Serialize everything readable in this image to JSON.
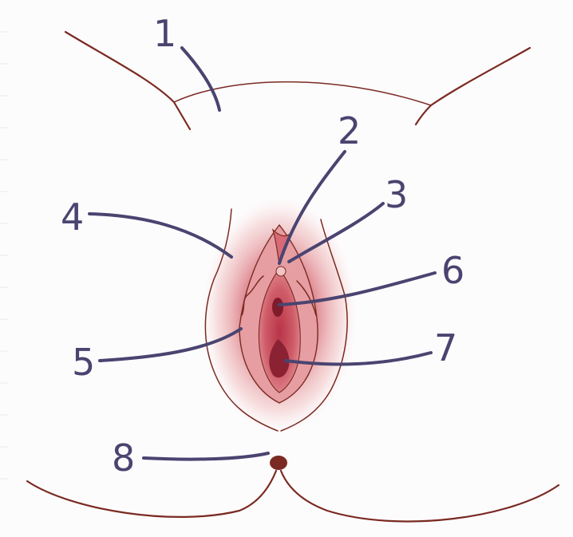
{
  "labels": [
    {
      "key": "1",
      "text": "1"
    },
    {
      "key": "2",
      "text": "2"
    },
    {
      "key": "3",
      "text": "3"
    },
    {
      "key": "4",
      "text": "4"
    },
    {
      "key": "5",
      "text": "5"
    },
    {
      "key": "6",
      "text": "6"
    },
    {
      "key": "7",
      "text": "7"
    },
    {
      "key": "8",
      "text": "8"
    }
  ],
  "colors": {
    "label": "#4a4470",
    "outline": "#7a2a22",
    "tissue": "#c9485a",
    "background": "#fdfcfd"
  }
}
